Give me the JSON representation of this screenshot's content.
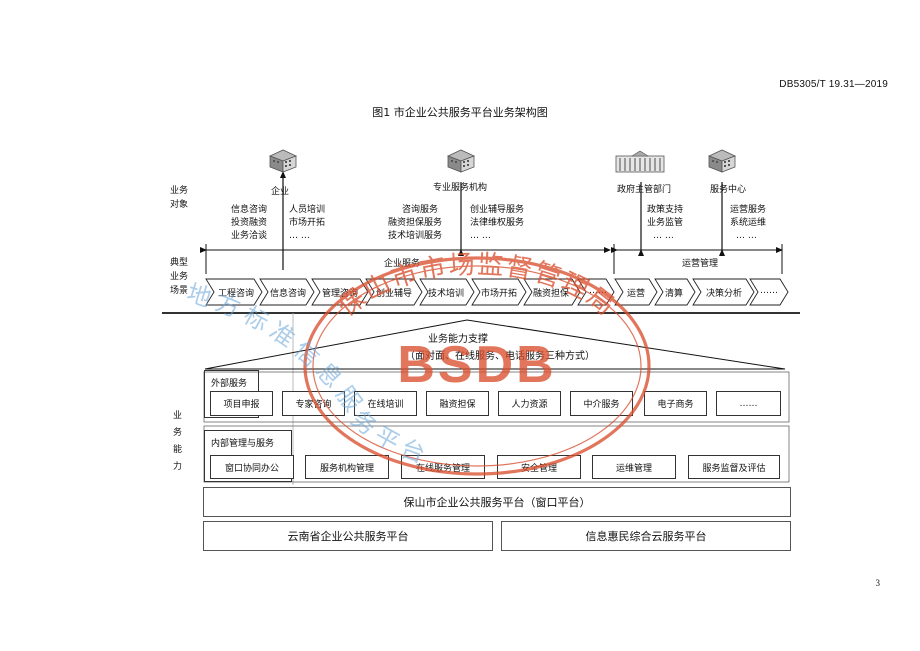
{
  "header": {
    "doc_code": "DB5305/T 19.31—2019"
  },
  "figure": {
    "title": "图1 市企业公共服务平台业务架构图"
  },
  "rows": {
    "objects": [
      "业务",
      "对象"
    ],
    "scenes": [
      "典型",
      "业务",
      "场景"
    ],
    "capability": [
      "业",
      "务",
      "能",
      "力"
    ]
  },
  "objects": {
    "enterprise": {
      "name": "企业",
      "col1": [
        "信息咨询",
        "投资融资",
        "业务洽谈"
      ],
      "col2": [
        "人员培训",
        "市场开拓",
        "… …"
      ]
    },
    "agency": {
      "name": "专业服务机构",
      "col1": [
        "咨询服务",
        "融资担保服务",
        "技术培训服务"
      ],
      "col2": [
        "创业辅导服务",
        "法律维权服务",
        "… …"
      ]
    },
    "government": {
      "name": "政府主管部门",
      "col1": [
        "政策支持",
        "业务监管",
        "… …"
      ]
    },
    "service_center": {
      "name": "服务中心",
      "col1": [
        "运营服务",
        "系统运维",
        "… …"
      ]
    }
  },
  "scenes": {
    "enterprise_service": "企业服务",
    "operation_mgmt": "运营管理",
    "left_steps": [
      "工程咨询",
      "信息咨询",
      "管理咨询",
      "创业辅导",
      "技术培训",
      "市场开拓",
      "融资担保",
      "……"
    ],
    "right_steps": [
      "运营",
      "清算",
      "决策分析",
      "……"
    ]
  },
  "support": {
    "title": "业务能力支撑",
    "subtitle": "（面对面、在线服务、电话服务三种方式）"
  },
  "external": {
    "label": "外部服务",
    "items": [
      "项目申报",
      "专家咨询",
      "在线培训",
      "融资担保",
      "人力资源",
      "中介服务",
      "电子商务",
      "……"
    ]
  },
  "internal": {
    "label": "内部管理与服务",
    "items": [
      "窗口协同办公",
      "服务机构管理",
      "在线服务管理",
      "安全管理",
      "运维管理",
      "服务监督及评估"
    ]
  },
  "platforms": {
    "city": "保山市企业公共服务平台（窗口平台）",
    "province": "云南省企业公共服务平台",
    "cloud": "信息惠民综合云服务平台"
  },
  "stamp": {
    "org": "保山市市场监督管理局",
    "code": "BSDB",
    "watermark": "地方标准信息服务平台",
    "color": "#d9502f"
  },
  "page": {
    "number": "3"
  }
}
